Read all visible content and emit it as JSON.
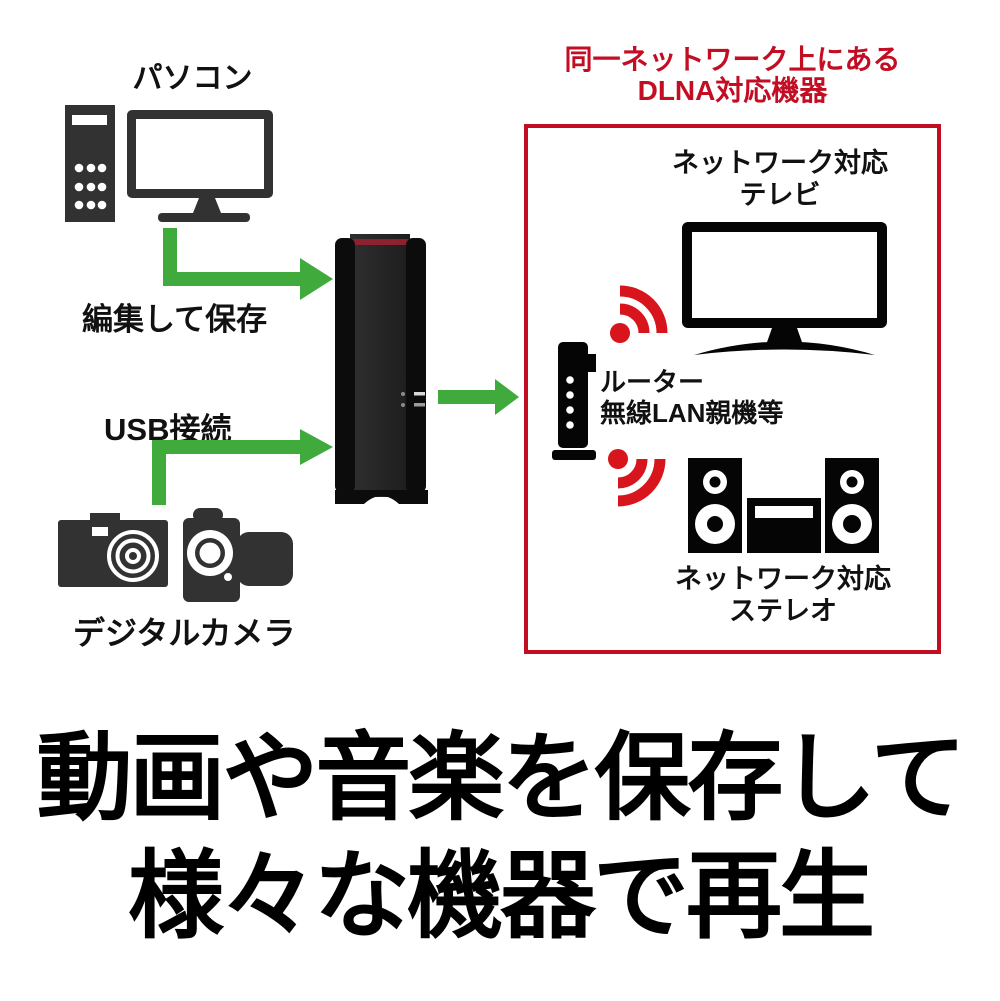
{
  "page": {
    "type": "product-feature-diagram",
    "background": "#ffffff"
  },
  "colors": {
    "arrow_green": "#41aa3c",
    "box_red": "#c30d23",
    "wifi_red": "#d8141c",
    "device_gray": "#323232",
    "device_black": "#050505",
    "nas_stripe_red": "#8e2130",
    "text_black": "#111111"
  },
  "diagram": {
    "pc": {
      "label": "パソコン"
    },
    "arrows": {
      "edit_save": {
        "label": "編集して保存"
      },
      "usb": {
        "label": "USB接続"
      }
    },
    "cameras": {
      "label": "デジタルカメラ"
    },
    "dlna_box": {
      "title": {
        "line1": "同一ネットワーク上にある",
        "line2": "DLNA対応機器"
      },
      "tv": {
        "line1": "ネットワーク対応",
        "line2": "テレビ"
      },
      "router": {
        "line1": "ルーター",
        "line2": "無線LAN親機等"
      },
      "stereo": {
        "line1": "ネットワーク対応",
        "line2": "ステレオ"
      }
    }
  },
  "headline": {
    "line1": "動画や音楽を保存して",
    "line2": "様々な機器で再生"
  },
  "icons": {
    "desktop-pc-icon": "tower and monitor pictograph",
    "compact-camera-icon": "digital still camera pictograph",
    "camcorder-icon": "video camera pictograph",
    "nas-device-icon": "black NAS tower with red top stripe",
    "elbow-arrow-icon": "green connection arrow",
    "tv-icon": "flat-screen TV outline",
    "router-icon": "wireless router tower",
    "wifi-signal-icon": "red radio-wave arcs",
    "stereo-icon": "mini stereo with two speakers"
  }
}
